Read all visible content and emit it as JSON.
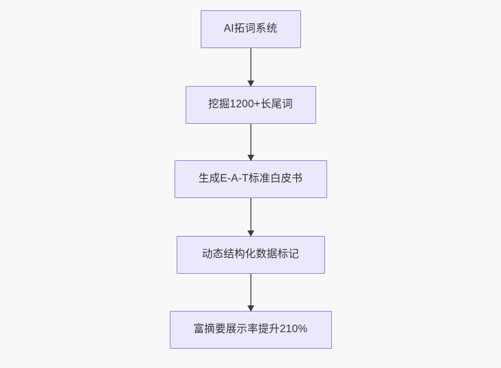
{
  "diagram": {
    "type": "flowchart",
    "orientation": "top-to-bottom",
    "background_color": "#f8f8f8",
    "node_fill_color": "#ebe8fb",
    "node_border_color": "#9a7fd8",
    "node_text_color": "#333338",
    "connector_color": "#7b7b7f",
    "arrowhead_color": "#3b3b40",
    "nodes": [
      {
        "id": "node-1",
        "label": "AI拓词系统"
      },
      {
        "id": "node-2",
        "label": "挖掘1200+长尾词"
      },
      {
        "id": "node-3",
        "label": "生成E-A-T标准白皮书"
      },
      {
        "id": "node-4",
        "label": "动态结构化数据标记"
      },
      {
        "id": "node-5",
        "label": "富摘要展示率提升210%"
      }
    ],
    "edges": [
      {
        "from": "node-1",
        "to": "node-2",
        "label": ""
      },
      {
        "from": "node-2",
        "to": "node-3",
        "label": ""
      },
      {
        "from": "node-3",
        "to": "node-4",
        "label": ""
      },
      {
        "from": "node-4",
        "to": "node-5",
        "label": ""
      }
    ]
  }
}
